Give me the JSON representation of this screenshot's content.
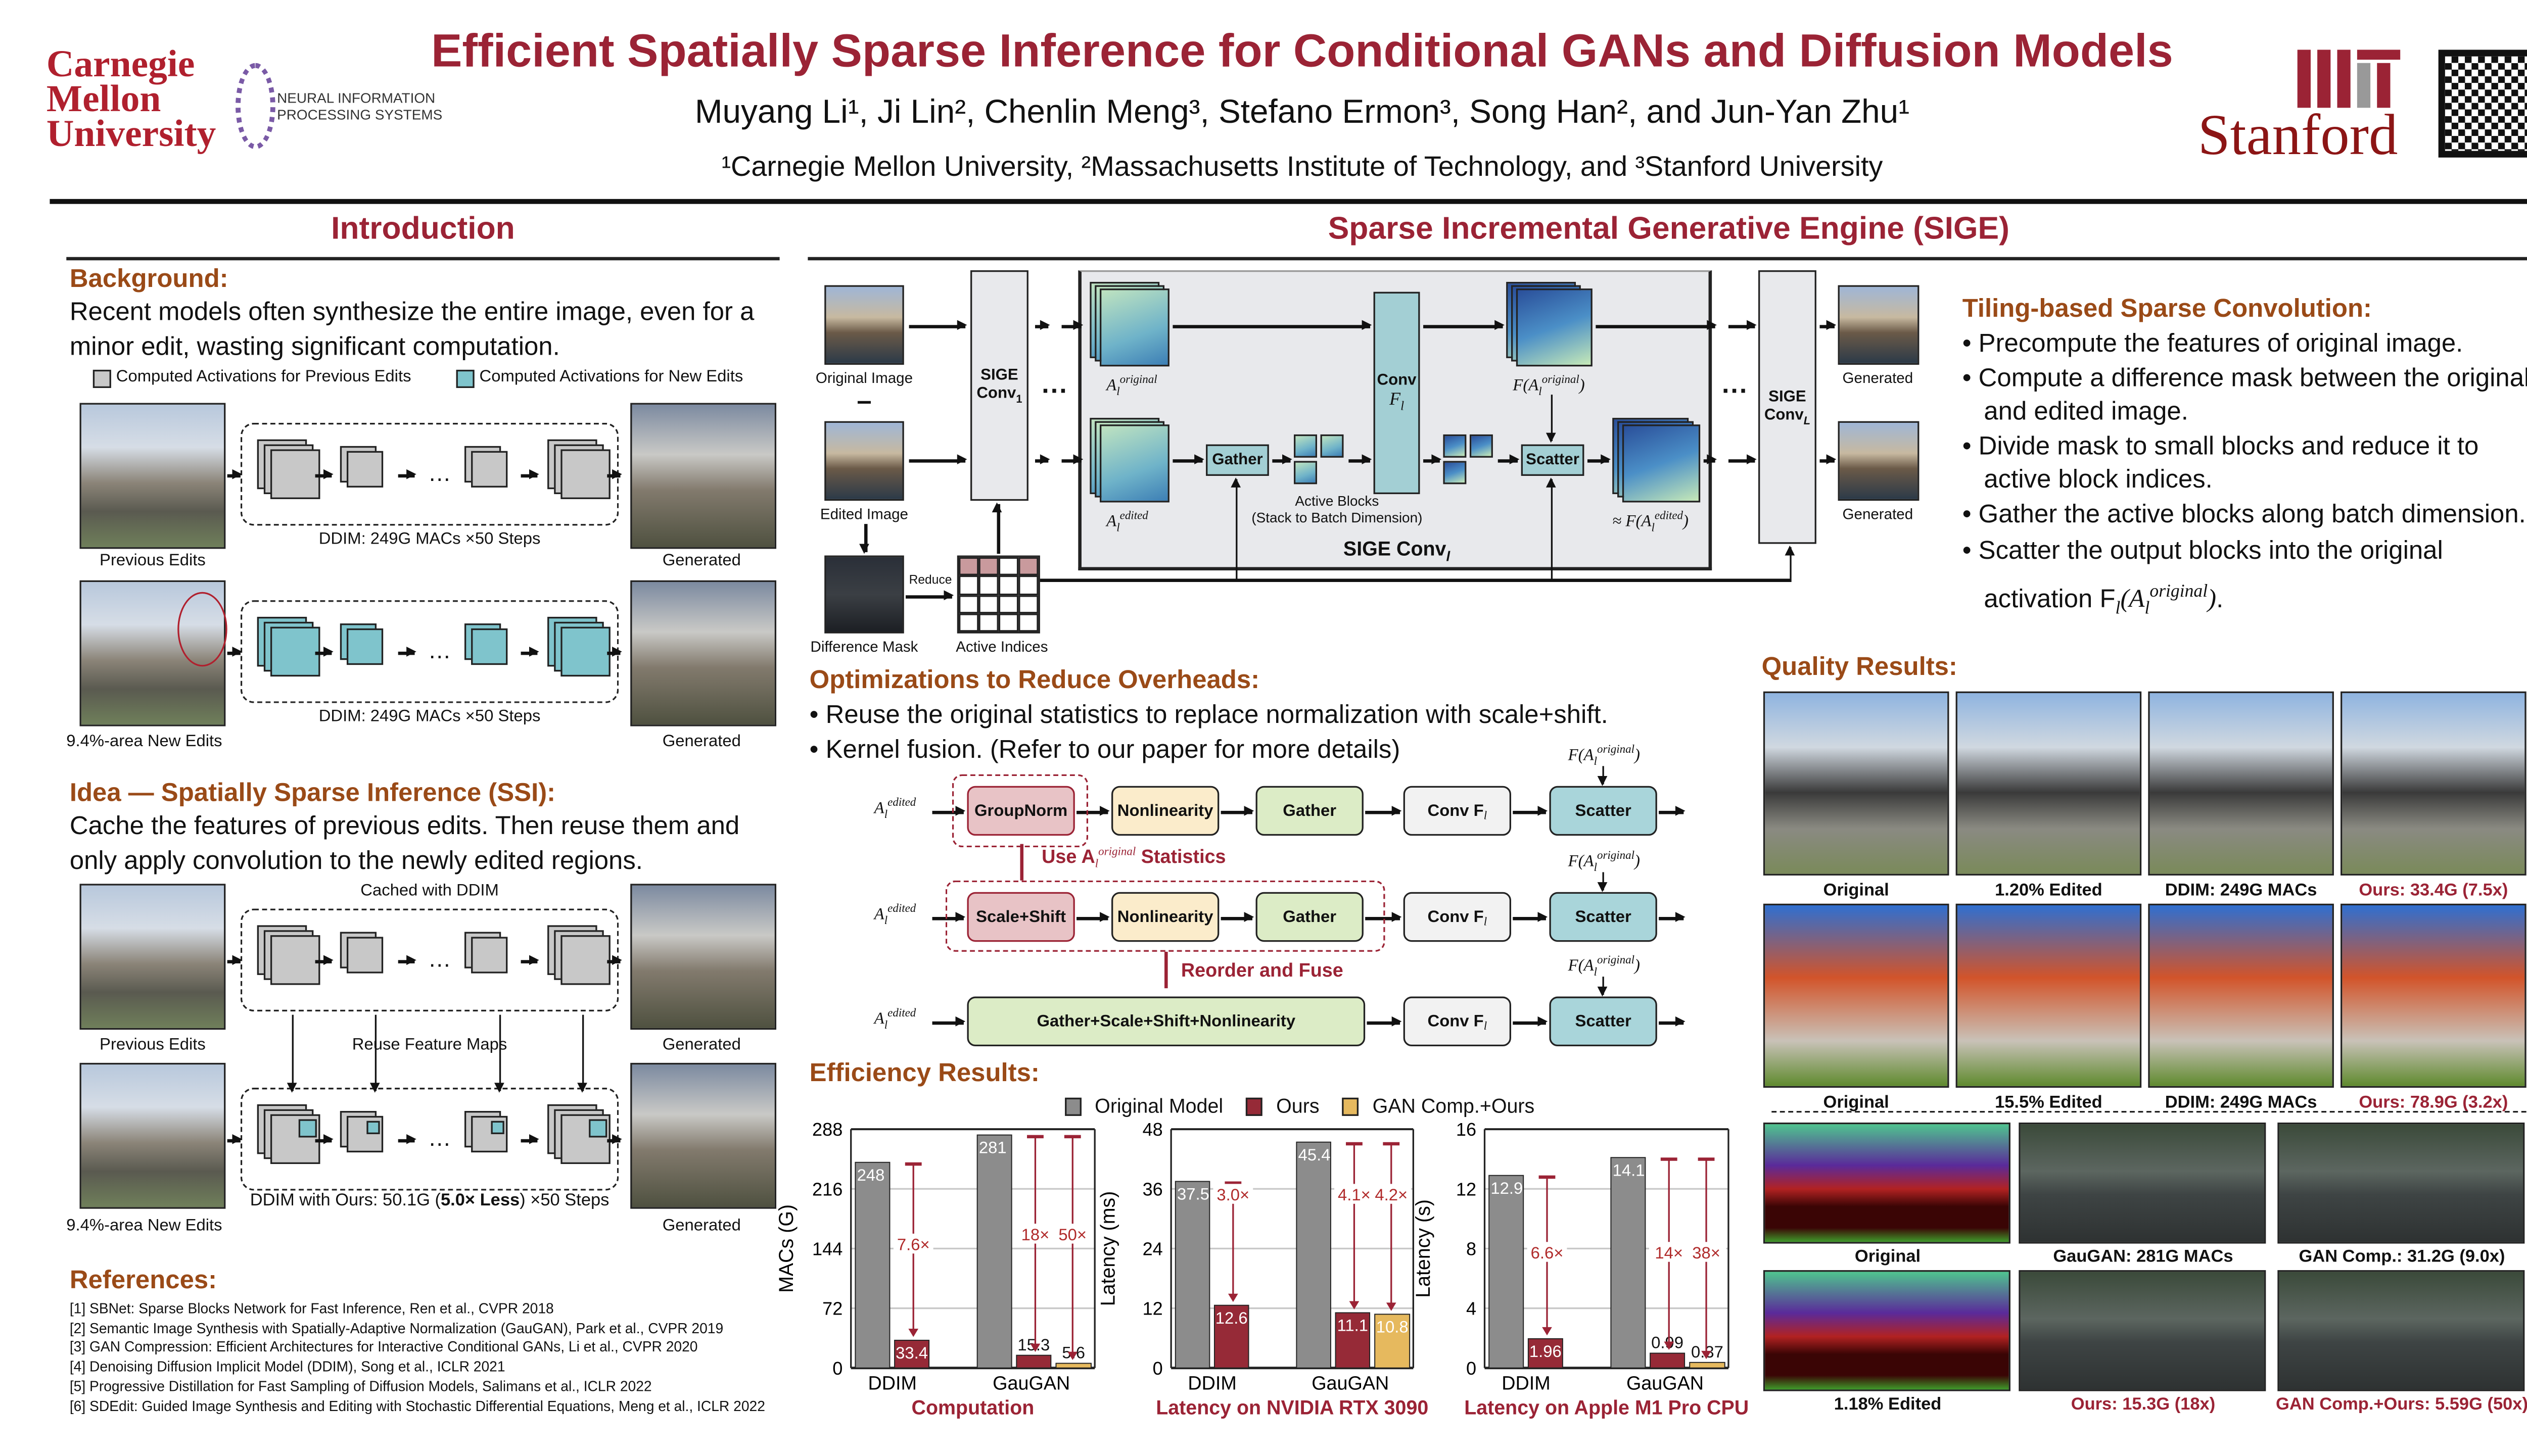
{
  "header": {
    "title": "Efficient Spatially Sparse Inference for Conditional GANs and Diffusion Models",
    "authors": "Muyang Li¹, Ji Lin², Chenlin Meng³, Stefano Ermon³, Song Han², and Jun-Yan Zhu¹",
    "affiliations": "¹Carnegie Mellon University, ²Massachusetts Institute of Technology, and ³Stanford University",
    "logos": {
      "cmu": "Carnegie Mellon University",
      "neurips": "NEURAL INFORMATION PROCESSING SYSTEMS",
      "mit": "MIT",
      "stanford": "Stanford"
    }
  },
  "intro": {
    "title": "Introduction",
    "background_heading": "Background:",
    "background_text": "Recent models often synthesize the entire image, even for a minor edit, wasting significant computation.",
    "legend_prev": "Computed Activations for Previous Edits",
    "legend_new": "Computed Activations for New Edits",
    "row1_left": "Previous Edits",
    "row1_mid": "DDIM: 249G MACs ×50 Steps",
    "row1_right": "Generated",
    "row2_left": "9.4%-area New Edits",
    "row2_mid": "DDIM: 249G MACs ×50 Steps",
    "row2_right": "Generated",
    "idea_heading": "Idea — Spatially Sparse Inference (SSI):",
    "idea_text": "Cache the features of previous edits. Then reuse them and only apply convolution to the newly edited regions.",
    "cached": "Cached with DDIM",
    "row3_left": "Previous Edits",
    "row3_mid": "Reuse Feature Maps",
    "row3_right": "Generated",
    "row4_mid_a": "DDIM with Ours: 50.1G (",
    "row4_mid_b": "5.0× Less",
    "row4_mid_c": ") ×50 Steps",
    "row4_left": "9.4%-area New Edits",
    "row4_right": "Generated",
    "dots": "…"
  },
  "references": {
    "heading": "References:",
    "items": [
      "[1] SBNet: Sparse Blocks Network for Fast Inference, Ren et al., CVPR 2018",
      "[2] Semantic Image Synthesis with Spatially-Adaptive Normalization (GauGAN), Park et al., CVPR 2019",
      "[3] GAN Compression: Efficient Architectures for Interactive Conditional GANs, Li et al., CVPR 2020",
      "[4] Denoising Diffusion Implicit Model (DDIM), Song et al., ICLR 2021",
      "[5] Progressive Distillation for Fast Sampling of Diffusion Models, Salimans et al., ICLR 2022",
      "[6] SDEdit: Guided Image Synthesis and Editing with Stochastic Differential Equations, Meng et al., ICLR 2022"
    ]
  },
  "sige": {
    "title": "Sparse Incremental Generative Engine (SIGE)",
    "original_image": "Original Image",
    "minus": "–",
    "edited_image": "Edited Image",
    "difference_mask": "Difference Mask",
    "reduce": "Reduce",
    "active_indices": "Active Indices",
    "sige_conv1": "SIGE",
    "conv1_sub": "Conv",
    "sige_convL": "SIGE",
    "convL_sub": "Conv",
    "a_original": "A",
    "a_original_sup": "original",
    "a_edited_sup": "edited",
    "conv": "Conv",
    "conv_f": "F",
    "gather": "Gather",
    "scatter": "Scatter",
    "active_blocks": "Active Blocks",
    "stack_batch": "(Stack to Batch Dimension)",
    "f_original": "F(A",
    "approx_f_edited": "≈ F(A",
    "sige_conv_l": "SIGE Conv",
    "generated": "Generated",
    "dots": "···"
  },
  "tiling": {
    "heading": "Tiling-based Sparse Convolution:",
    "bullets": [
      "Precompute the features of original image.",
      "Compute a difference mask between the original and edited image.",
      "Divide mask to small blocks and reduce it to active block indices.",
      "Gather the active blocks along batch dimension.",
      "Scatter the output blocks into the original activation F"
    ],
    "last_sup": "original"
  },
  "optim": {
    "heading": "Optimizations to Reduce Overheads:",
    "bullets": [
      "Reuse the original statistics to replace normalization with scale+shift.",
      "Kernel fusion. (Refer to our paper for more details)"
    ],
    "a_edited": "A",
    "edited_sup": "edited",
    "f_orig": "F(A",
    "orig_sup": "original",
    "row1": [
      "GroupNorm",
      "Nonlinearity",
      "Gather",
      "Conv F",
      "Scatter"
    ],
    "row2": [
      "Scale+Shift",
      "Nonlinearity",
      "Gather",
      "Conv F",
      "Scatter"
    ],
    "row3": [
      "Gather+Scale+Shift+Nonlinearity",
      "Conv F",
      "Scatter"
    ],
    "use_stats_a": "Use A",
    "use_stats_sup": "original",
    "use_stats_b": "Statistics",
    "reorder": "Reorder and Fuse"
  },
  "efficiency": {
    "heading": "Efficiency Results:"
  },
  "chart_data": [
    {
      "type": "bar",
      "title": "Computation",
      "ylabel": "MACs (G)",
      "ylim": [
        0,
        288
      ],
      "yticks": [
        0,
        72,
        144,
        216,
        288
      ],
      "categories": [
        "DDIM",
        "GauGAN"
      ],
      "series": [
        {
          "name": "Original Model",
          "values": [
            248,
            281
          ]
        },
        {
          "name": "Ours",
          "values": [
            33.4,
            15.3
          ]
        },
        {
          "name": "GAN Comp.+Ours",
          "values": [
            null,
            5.6
          ]
        }
      ],
      "speedups": {
        "ours": [
          "7.6×",
          "18×"
        ],
        "gan": [
          null,
          "50×"
        ]
      },
      "legend": "top",
      "grid": true
    },
    {
      "type": "bar",
      "title": "Latency on NVIDIA RTX 3090",
      "ylabel": "Latency (ms)",
      "ylim": [
        0,
        48
      ],
      "yticks": [
        0,
        12,
        24,
        36,
        48
      ],
      "categories": [
        "DDIM",
        "GauGAN"
      ],
      "series": [
        {
          "name": "Original Model",
          "values": [
            37.5,
            45.4
          ]
        },
        {
          "name": "Ours",
          "values": [
            12.6,
            11.1
          ]
        },
        {
          "name": "GAN Comp.+Ours",
          "values": [
            null,
            10.8
          ]
        }
      ],
      "speedups": {
        "ours": [
          "3.0×",
          "4.1×"
        ],
        "gan": [
          null,
          "4.2×"
        ]
      },
      "legend": "top",
      "grid": true
    },
    {
      "type": "bar",
      "title": "Latency on Apple M1 Pro CPU",
      "ylabel": "Latency (s)",
      "ylim": [
        0,
        16
      ],
      "yticks": [
        0,
        4,
        8,
        12,
        16
      ],
      "categories": [
        "DDIM",
        "GauGAN"
      ],
      "series": [
        {
          "name": "Original Model",
          "values": [
            12.9,
            14.1
          ]
        },
        {
          "name": "Ours",
          "values": [
            1.96,
            0.99
          ]
        },
        {
          "name": "GAN Comp.+Ours",
          "values": [
            null,
            0.37
          ]
        }
      ],
      "speedups": {
        "ours": [
          "6.6×",
          "14×"
        ],
        "gan": [
          null,
          "38×"
        ]
      },
      "legend": "top",
      "grid": true
    }
  ],
  "legend": {
    "items": [
      "Original Model",
      "Ours",
      "GAN Comp.+Ours"
    ],
    "colors": [
      "#8c8c8c",
      "#962a37",
      "#e6b95e"
    ]
  },
  "quality": {
    "heading": "Quality Results:",
    "row1": [
      "Original",
      "1.20% Edited",
      "DDIM: 249G MACs",
      "Ours: 33.4G (7.5x)"
    ],
    "row2": [
      "Original",
      "15.5% Edited",
      "DDIM: 249G MACs",
      "Ours: 78.9G (3.2x)"
    ],
    "row3": [
      "Original",
      "GauGAN: 281G MACs",
      "GAN Comp.: 31.2G (9.0x)"
    ],
    "row4": [
      "1.18% Edited",
      "Ours: 15.3G (18x)",
      "GAN Comp.+Ours: 5.59G (50x)"
    ]
  }
}
